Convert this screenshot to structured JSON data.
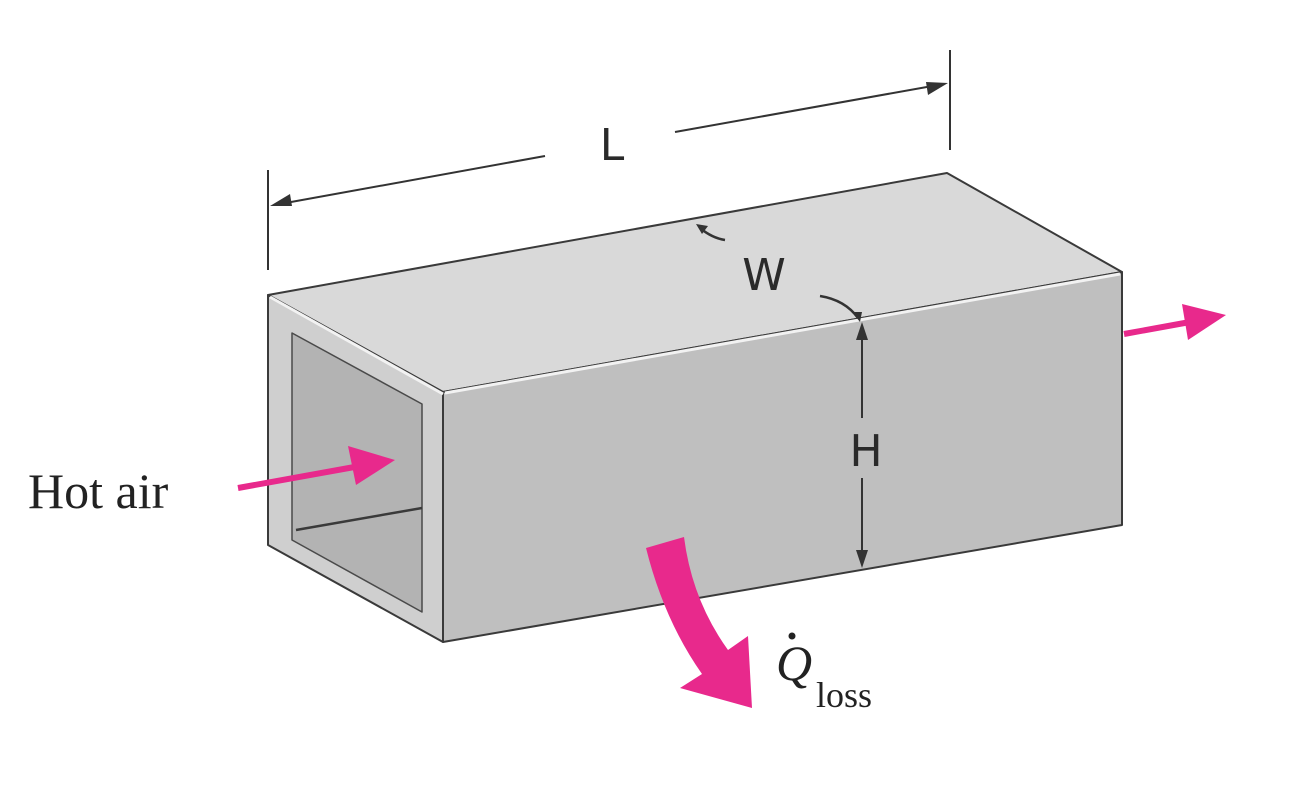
{
  "labels": {
    "length": "L",
    "width": "W",
    "height": "H",
    "inlet": "Hot air",
    "heat_symbol": "Q",
    "heat_subscript": "loss"
  },
  "colors": {
    "arrow": "#e8298c",
    "top_face": "#d9d9d9",
    "front_face": "#bfbfbf",
    "end_face": "#cfcfcf",
    "inner": "#b3b3b3",
    "edge": "#3a3a3a"
  }
}
